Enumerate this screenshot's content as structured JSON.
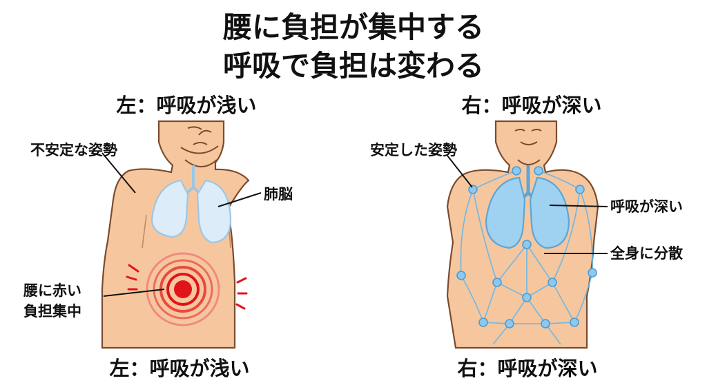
{
  "title": {
    "line1": "腰に負担が集中する",
    "line2": "呼吸で負担は変わる"
  },
  "left_panel": {
    "heading": "左：呼吸が浅い",
    "footer": "左：呼吸が浅い",
    "label_posture": "不安定な姿勢",
    "label_lungs": "肺脳",
    "label_waist_line1": "腰に赤い",
    "label_waist_line2": "負担集中",
    "skin_color": "#f6c79f",
    "strain_color": "#e0141b"
  },
  "right_panel": {
    "heading": "右：呼吸が深い",
    "footer": "右：呼吸が深い",
    "label_posture": "安定した姿勢",
    "label_breath": "呼吸が深い",
    "label_spread": "全身に分散",
    "skin_color": "#f6c79f",
    "lung_color": "#9fd1f0",
    "network_color": "#6bb8e6"
  }
}
